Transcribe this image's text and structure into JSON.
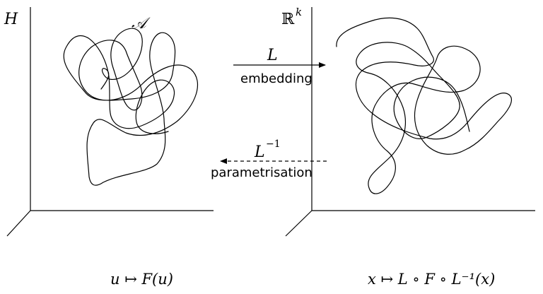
{
  "left_panel": {
    "axis_label": "H",
    "set_label": "𝒜",
    "map_formula": "u ↦ F(u)"
  },
  "right_panel": {
    "axis_label_base": "ℝ",
    "axis_label_exponent": "k",
    "map_formula": "x ↦ L ∘ F ∘ L⁻¹(x)"
  },
  "forward_arrow": {
    "symbol": "L",
    "caption": "embedding",
    "style": "solid"
  },
  "backward_arrow": {
    "symbol_base": "L",
    "symbol_exponent": "−1",
    "caption": "parametrisation",
    "style": "dashed"
  },
  "colors": {
    "ink": "#000000",
    "background": "#ffffff"
  }
}
